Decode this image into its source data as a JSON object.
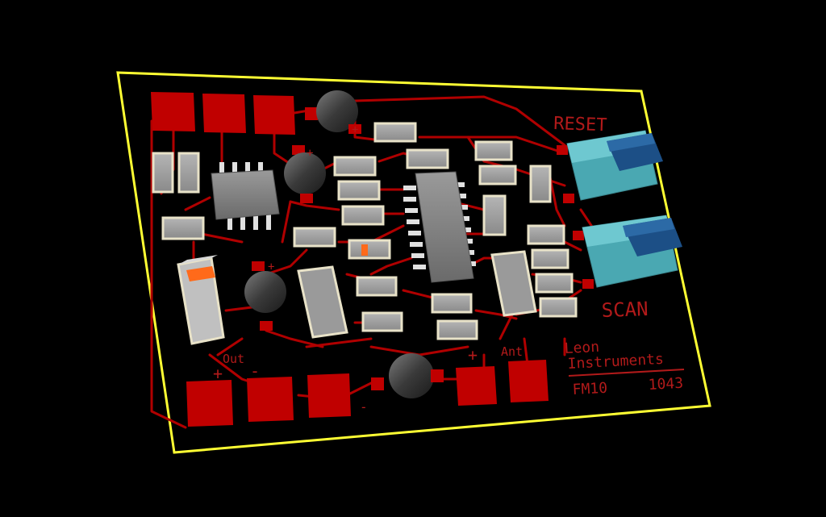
{
  "board": {
    "outline_color": "#ffff33",
    "copper_color": "#c00000",
    "trace_color": "#b00000",
    "silkscreen_color": "#b11a1a",
    "body_gray": "#8a8a8a",
    "knob_teal": "#58b8c0",
    "knob_blue": "#1c4f86"
  },
  "labels": {
    "reset": "RESET",
    "scan": "SCAN",
    "out": "Out",
    "out_plus": "+",
    "out_minus": "-",
    "ant": "Ant",
    "ant_plus": "+",
    "brand_line1": "Leon",
    "brand_line2": "Instruments",
    "model": "FM10",
    "code": "1043",
    "cap_plus_top": "+",
    "cap_plus_mid": "+",
    "cap_plus_left": "+",
    "cap_minus_bottom": "-"
  },
  "components": {
    "buttons": [
      "RESET",
      "SCAN"
    ],
    "pads_top": 3,
    "pads_bottom_left": 3,
    "pads_bottom_right": 2
  }
}
